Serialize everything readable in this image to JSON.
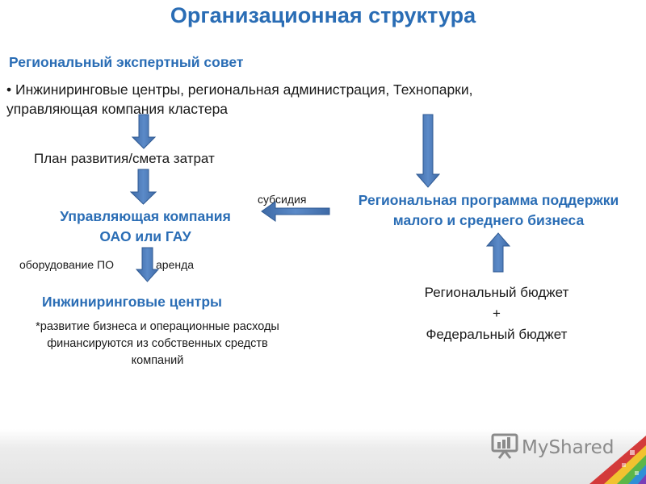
{
  "title": "Организационная структура",
  "council": {
    "heading": "Региональный экспертный совет",
    "bullet_line1": "• Инжиниринговые центры, региональная администрация, Технопарки,",
    "bullet_line2": "управляющая компания кластера"
  },
  "plan": "План развития/смета затрат",
  "management": {
    "line1": "Управляющая компания",
    "line2": "ОАО или ГАУ"
  },
  "equipment": "оборудование ПО",
  "rent": "аренда",
  "subsidy": "субсидия",
  "regional_program": {
    "line1": "Региональная программа поддержки",
    "line2": "малого и среднего бизнеса"
  },
  "engineering_centers": "Инжиниринговые центры",
  "note": {
    "line1": "*развитие бизнеса и операционные расходы",
    "line2": "финансируются из собственных средств",
    "line3": "компаний"
  },
  "budget": {
    "line1": "Региональный бюджет",
    "plus": "+",
    "line2": "Федеральный бюджет"
  },
  "footer": {
    "logo_text": "MyShared"
  },
  "colors": {
    "title_blue": "#2a6db5",
    "arrow_fill": "#4a78b6",
    "arrow_stroke": "#2f5a93"
  }
}
